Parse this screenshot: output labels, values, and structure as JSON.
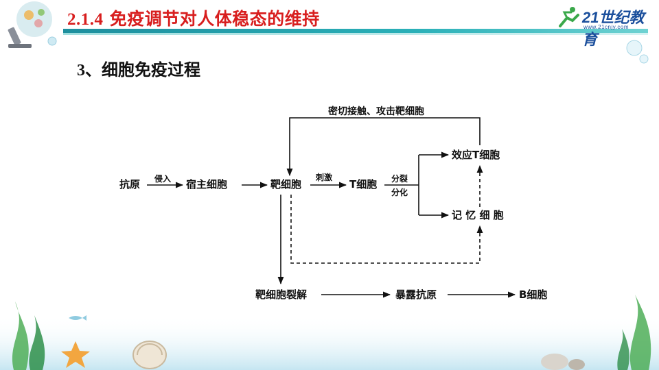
{
  "header": {
    "number": "2.1.4",
    "title": "免疫调节对人体稳态的维持"
  },
  "section": {
    "number": "3、",
    "title": "细胞免疫过程"
  },
  "logo": {
    "brand": "21世纪教育",
    "url": "www.21cnjy.com"
  },
  "diagram": {
    "nodes": {
      "antigen": "抗原",
      "host_cell": "宿主细胞",
      "target_cell": "靶细胞",
      "t_cell": "T细胞",
      "effector_t": "效应T细胞",
      "memory_cell": "记 忆 细 胞",
      "lysis": "靶细胞裂解",
      "expose": "暴露抗原",
      "b_cell": "B细胞"
    },
    "edge_labels": {
      "invade": "侵入",
      "stimulate": "刺激",
      "divide": "分裂",
      "differentiate": "分化",
      "attack": "密切接触、攻击靶细胞"
    }
  },
  "colors": {
    "title_red": "#d81e1e",
    "bar_teal": "#1e8f9e",
    "logo_blue": "#1b4f9c"
  }
}
